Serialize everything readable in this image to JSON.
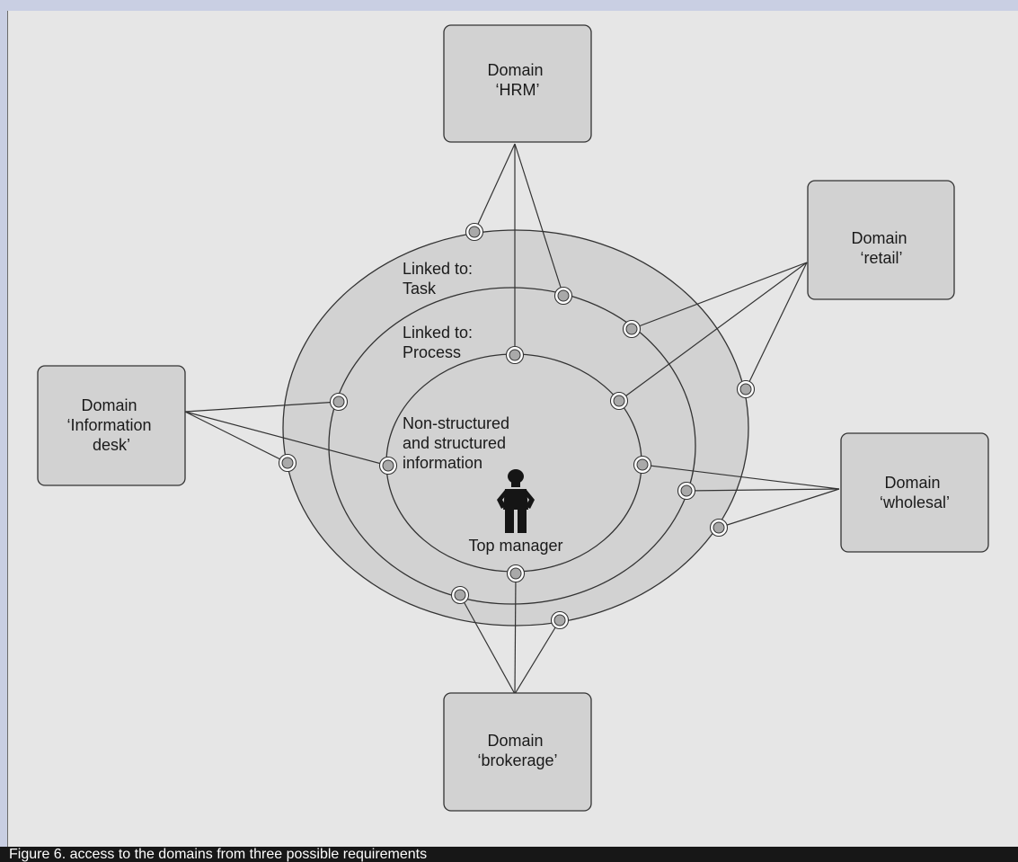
{
  "colors": {
    "outer_background": "#c9cfe3",
    "canvas": "#e6e6e6",
    "ring_fill": "#d2d2d2",
    "stroke": "#333333",
    "box_fill": "#d2d2d2",
    "caption_bar": "#171717",
    "caption_text": "#ffffff",
    "manager": "#151515"
  },
  "rings": {
    "outer_label": [
      "Linked to:",
      "Task"
    ],
    "middle_label": [
      "Linked to:",
      "Process"
    ],
    "inner_label": [
      "Non-structured",
      "and structured",
      "information"
    ]
  },
  "center_figure": {
    "icon": "person-hands-on-hips-icon",
    "label": "Top manager"
  },
  "domains": [
    {
      "id": "hrm",
      "lines": [
        "Domain",
        "‘HRM’"
      ]
    },
    {
      "id": "retail",
      "lines": [
        "Domain",
        "‘retail’"
      ]
    },
    {
      "id": "information-desk",
      "lines": [
        "Domain",
        "‘Information",
        "desk’"
      ]
    },
    {
      "id": "wholesal",
      "lines": [
        "Domain",
        "‘wholesal’"
      ]
    },
    {
      "id": "brokerage",
      "lines": [
        "Domain",
        "‘brokerage’"
      ]
    }
  ],
  "caption": "Figure 6. access to the domains from three possible requirements"
}
